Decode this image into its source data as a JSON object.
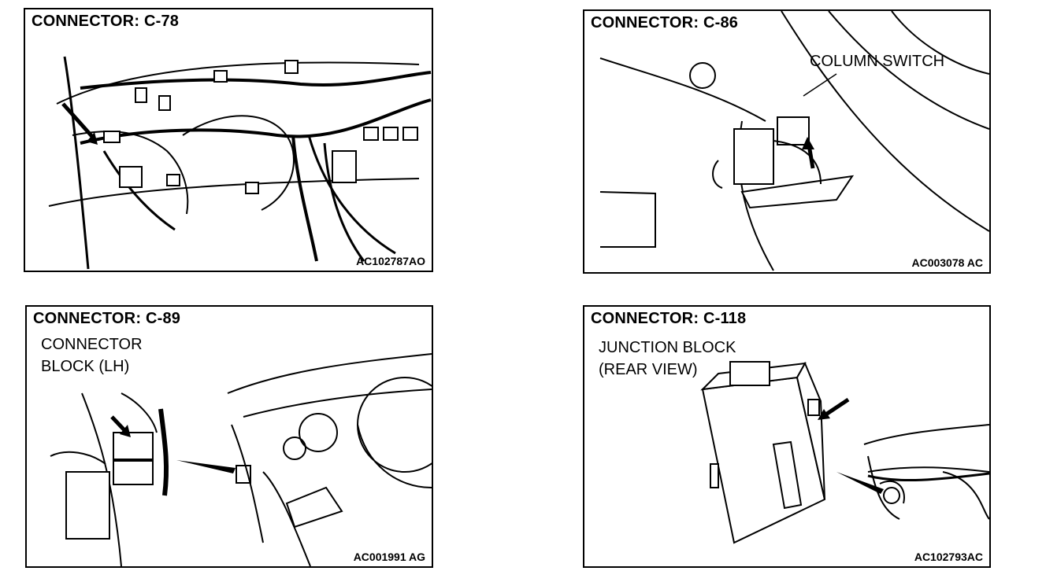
{
  "panels": [
    {
      "title": "CONNECTOR: C-78",
      "labels": [],
      "code": "AC102787AO"
    },
    {
      "title": "CONNECTOR: C-86",
      "labels": [
        "COLUMN SWITCH"
      ],
      "code": "AC003078 AC"
    },
    {
      "title": "CONNECTOR: C-89",
      "labels": [
        "CONNECTOR",
        "BLOCK (LH)"
      ],
      "code": "AC001991 AG"
    },
    {
      "title": "CONNECTOR: C-118",
      "labels": [
        "JUNCTION BLOCK",
        "(REAR VIEW)"
      ],
      "code": "AC102793AC"
    }
  ]
}
